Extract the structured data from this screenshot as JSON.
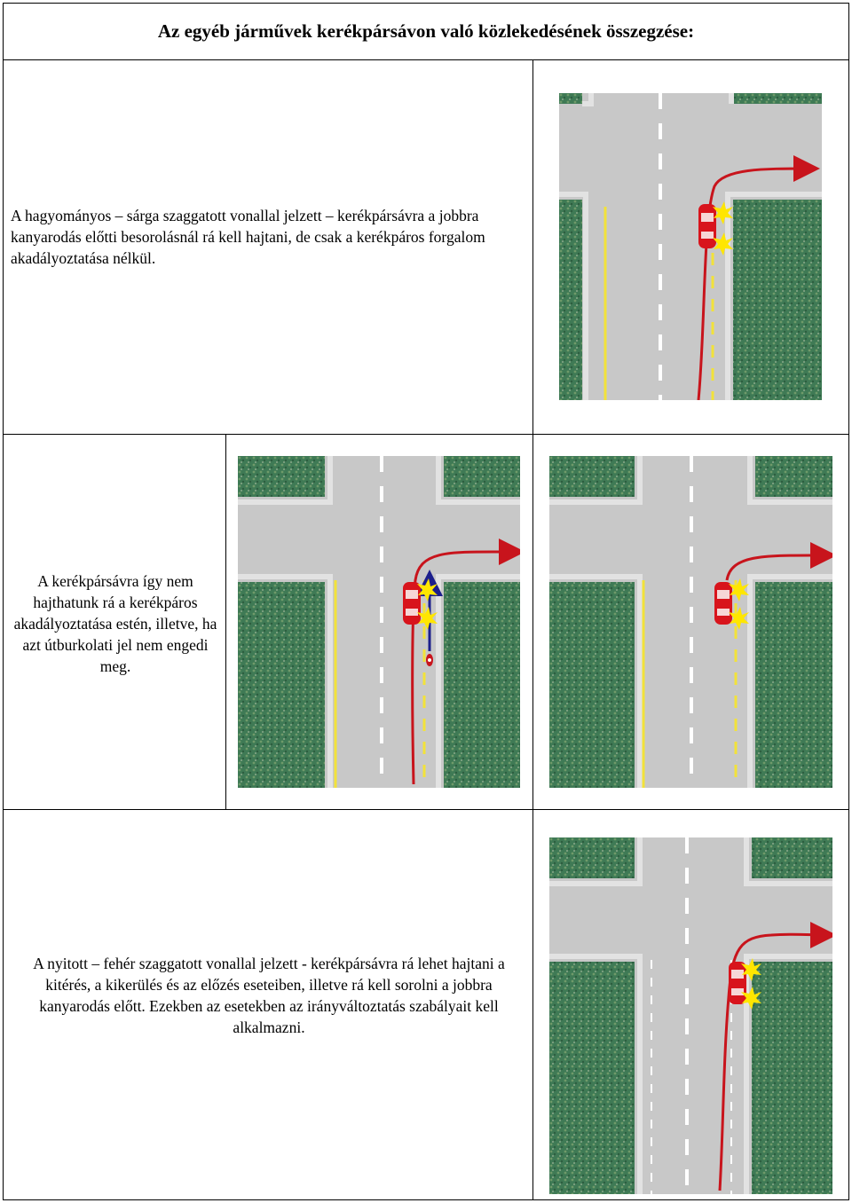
{
  "title": "Az egyéb járművek  kerékpársávon való közlekedésének összegzése:",
  "sections": [
    {
      "text": "A hagyományos – sárga szaggatott vonallal jelzett – kerékpársávra a jobbra kanyarodás előtti besorolásnál rá kell hajtani, de csak a kerékpáros forgalom akadályoztatása nélkül."
    },
    {
      "text": "A kerékpársávra így nem hajthatunk rá a kerékpáros akadályoztatása estén, illetve, ha azt útburkolati jel nem engedi meg."
    },
    {
      "text": "A nyitott – fehér szaggatott vonallal jelzett -  kerékpársávra rá lehet hajtani a kitérés, a kikerülés és az előzés eseteiben, illetve rá kell sorolni  a jobbra kanyarodás előtt. Ezekben az esetekben az irányváltoztatás szabályait kell alkalmazni."
    }
  ],
  "colors": {
    "grass": "#3f7a55",
    "road": "#c8c8c8",
    "curb": "#e2e2e2",
    "lane_yellow": "#f2e23a",
    "lane_white": "#ffffff",
    "car_red": "#d8141c",
    "path_red": "#c8141c",
    "bike_arrow": "#1c1f8c",
    "spark": "#ffe600"
  }
}
